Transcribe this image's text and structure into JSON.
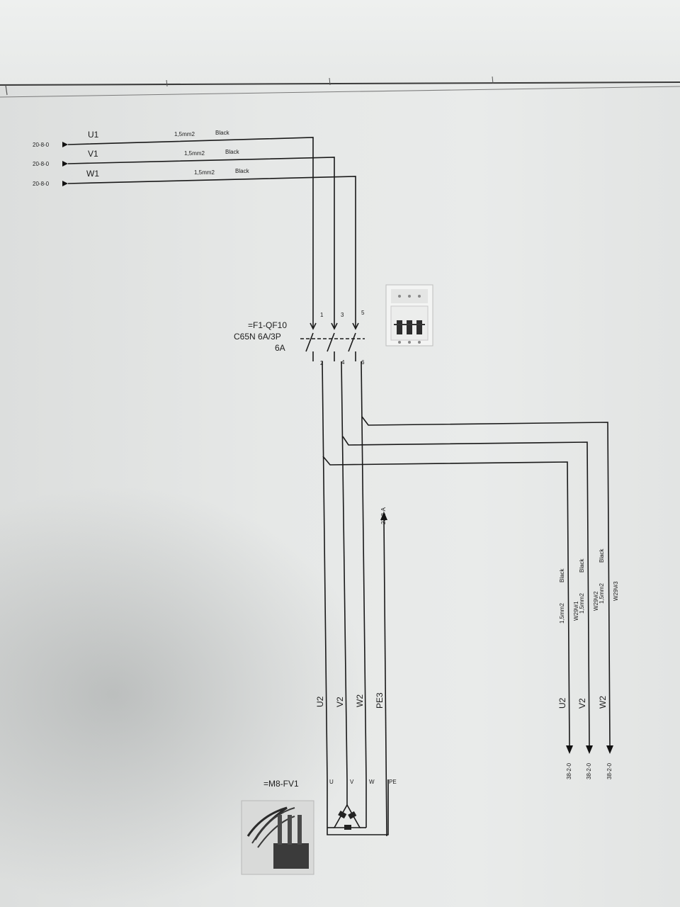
{
  "inputs": [
    {
      "ref": "20-8-0",
      "label": "U1",
      "spec": "1,5mm2",
      "color": "Black"
    },
    {
      "ref": "20-8-0",
      "label": "V1",
      "spec": "1,5mm2",
      "color": "Black"
    },
    {
      "ref": "20-8-0",
      "label": "W1",
      "spec": "1,5mm2",
      "color": "Black"
    }
  ],
  "breaker": {
    "tag": "=F1-QF10",
    "model": "C65N  6A/3P",
    "rating": "6A",
    "top_pins": [
      "1",
      "3",
      "5"
    ],
    "bottom_pins": [
      "2",
      "4",
      "6"
    ]
  },
  "pe_ref": "22-3-A",
  "vertical_labels": [
    "U2",
    "V2",
    "W2",
    "PE3"
  ],
  "outputs": [
    {
      "label": "U2",
      "spec": "1,5mm2",
      "color": "Black",
      "wire_id": "W29\\#1",
      "ref": "38-2-0"
    },
    {
      "label": "V2",
      "spec": "1,5mm2",
      "color": "Black",
      "wire_id": "W29\\#2",
      "ref": "38-2-0"
    },
    {
      "label": "W2",
      "spec": "1,5mm2",
      "color": "Black",
      "wire_id": "W29\\#3",
      "ref": "38-2-0"
    }
  ],
  "heater": {
    "tag": "=M8-FV1",
    "terminals": [
      "U",
      "V",
      "W",
      "PE"
    ]
  }
}
